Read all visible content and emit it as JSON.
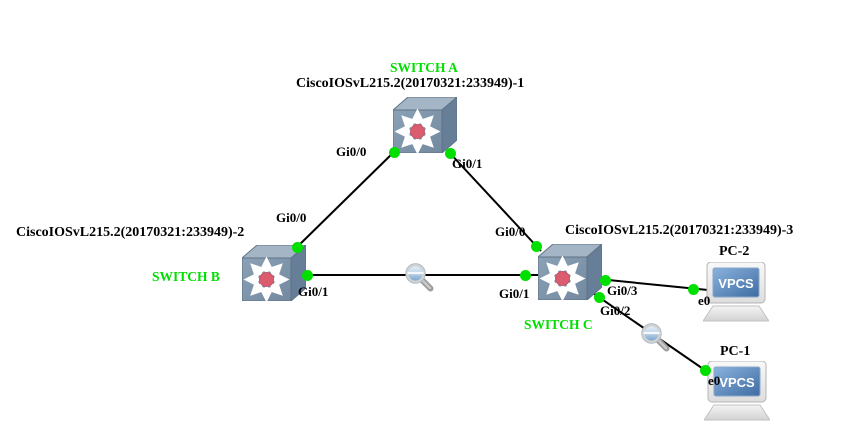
{
  "app": {
    "description": "GNS3 network topology canvas",
    "canvas_bg": "#ffffff"
  },
  "colors": {
    "annotation_green": "#00e000",
    "node_label_black": "#000000",
    "link_black": "#000000",
    "status_up_green": "#00df00",
    "switch_front": "#7b91a8",
    "switch_top": "#a4b5c6",
    "switch_side": "#677e98",
    "switch_hub_red": "#dc5c6f",
    "pc_body_gray": "#ebebeb",
    "pc_screen_blue": "#4f80b4"
  },
  "nodes": {
    "switch_a": {
      "type": "ethernet-switch",
      "hostname": "CiscoIOSvL215.2(20170321:233949)-1",
      "annotation": "SWITCH A"
    },
    "switch_b": {
      "type": "ethernet-switch",
      "hostname": "CiscoIOSvL215.2(20170321:233949)-2",
      "annotation": "SWITCH B"
    },
    "switch_c": {
      "type": "ethernet-switch",
      "hostname": "CiscoIOSvL215.2(20170321:233949)-3",
      "annotation": "SWITCH C"
    },
    "pc_2": {
      "type": "vpcs",
      "hostname": "PC-2",
      "screen_text": "VPCS"
    },
    "pc_1": {
      "type": "vpcs",
      "hostname": "PC-1",
      "screen_text": "VPCS"
    }
  },
  "port_labels": {
    "a_to_b": "Gi0/0",
    "a_to_c": "Gi0/1",
    "b_to_a": "Gi0/0",
    "b_to_c": "Gi0/1",
    "c_to_a": "Gi0/0",
    "c_to_b": "Gi0/1",
    "c_to_pc2": "Gi0/3",
    "c_to_pc1": "Gi0/2",
    "pc2_to_c": "e0",
    "pc1_to_c": "e0"
  },
  "links": [
    {
      "from": "SWITCH A",
      "from_port": "Gi0/0",
      "to": "SWITCH B",
      "to_port": "Gi0/0",
      "status": "up",
      "packet_capture": false
    },
    {
      "from": "SWITCH A",
      "from_port": "Gi0/1",
      "to": "SWITCH C",
      "to_port": "Gi0/0",
      "status": "up",
      "packet_capture": false
    },
    {
      "from": "SWITCH B",
      "from_port": "Gi0/1",
      "to": "SWITCH C",
      "to_port": "Gi0/1",
      "status": "up",
      "packet_capture": true
    },
    {
      "from": "SWITCH C",
      "from_port": "Gi0/3",
      "to": "PC-2",
      "to_port": "e0",
      "status": "up",
      "packet_capture": false
    },
    {
      "from": "SWITCH C",
      "from_port": "Gi0/2",
      "to": "PC-1",
      "to_port": "e0",
      "status": "up",
      "packet_capture": true
    }
  ]
}
